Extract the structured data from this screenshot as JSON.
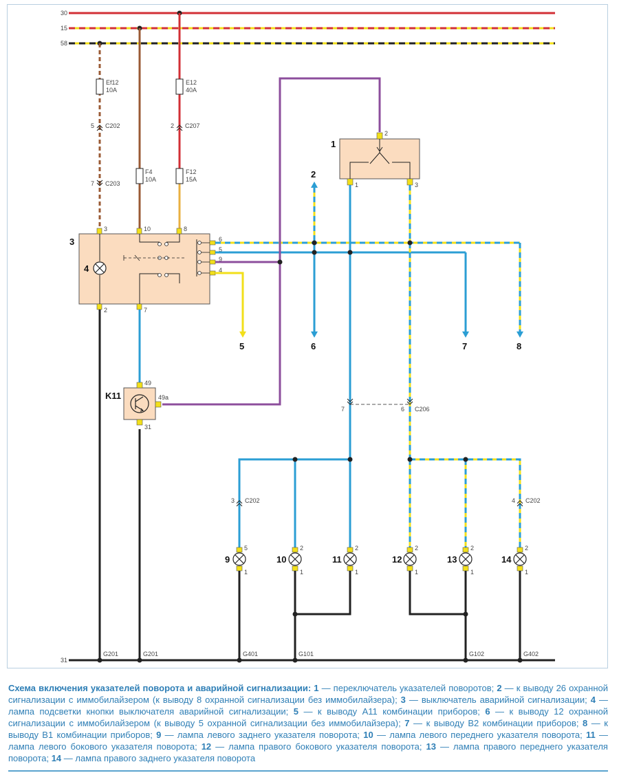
{
  "buses": {
    "b30": "30",
    "b15": "15",
    "b58": "58",
    "b31": "31"
  },
  "components": {
    "c1": "1",
    "c2": "2",
    "c3": "3",
    "c4": "4",
    "c5": "5",
    "c6": "6",
    "c7": "7",
    "c8": "8",
    "c9": "9",
    "c10": "10",
    "c11": "11",
    "c12": "12",
    "c13": "13",
    "c14": "14",
    "k11": "K11"
  },
  "fuses": {
    "ef12": {
      "name": "Ef12",
      "rating": "10A"
    },
    "e12": {
      "name": "E12",
      "rating": "40A"
    },
    "f4": {
      "name": "F4",
      "rating": "10A"
    },
    "f12": {
      "name": "F12",
      "rating": "15A"
    }
  },
  "connectors": {
    "c202": "C202",
    "c203": "C203",
    "c207": "C207",
    "c206": "C206"
  },
  "grounds": {
    "g201": "G201",
    "g401": "G401",
    "g101": "G101",
    "g102": "G102",
    "g402": "G402"
  },
  "pins": {
    "p5": "5",
    "p7": "7",
    "p2": "2",
    "p3": "3",
    "p10": "10",
    "p8": "8",
    "p6": "6",
    "p9": "9",
    "p4": "4",
    "p1": "1",
    "p49": "49",
    "p49a": "49a",
    "p31": "31"
  },
  "caption": {
    "title": "Схема включения указателей поворота и аварийной сигнализации:",
    "items": [
      {
        "n": "1",
        "t": " — переключатель указателей поворотов; "
      },
      {
        "n": "2",
        "t": " — к выводу 26 охранной сигнализации с иммобилайзером (к выводу 8 охранной сигнализации без иммобилайзера); "
      },
      {
        "n": "3",
        "t": " — выключатель аварийной сигнализации; "
      },
      {
        "n": "4",
        "t": " — лампа подсветки кнопки выключателя аварийной сигнализации; "
      },
      {
        "n": "5",
        "t": " — к выводу А11 комбинации приборов; "
      },
      {
        "n": "6",
        "t": " — к выводу 12 охранной сигнализации с иммобилайзером (к выводу 5 охранной сигнализации без иммобилайзера); "
      },
      {
        "n": "7",
        "t": " — к выводу В2 комбинации приборов; "
      },
      {
        "n": "8",
        "t": " — к выводу В1 комбинации приборов; "
      },
      {
        "n": "9",
        "t": " — лампа левого заднего указателя поворота; "
      },
      {
        "n": "10",
        "t": " — лампа левого переднего указателя поворота; "
      },
      {
        "n": "11",
        "t": " — лампа левого бокового указателя поворота; "
      },
      {
        "n": "12",
        "t": " — лампа правого бокового указателя поворота; "
      },
      {
        "n": "13",
        "t": " — лампа правого переднего указателя поворота; "
      },
      {
        "n": "14",
        "t": " — лампа правого заднего указателя поворота"
      }
    ]
  },
  "colors": {
    "red": "#d22f35",
    "yellow": "#f2df1a",
    "black": "#222222",
    "brown": "#9a5a34",
    "orange": "#e9b041",
    "blue": "#2b9ed4",
    "purple": "#8c4e9c",
    "box": "#fbdcbf"
  }
}
